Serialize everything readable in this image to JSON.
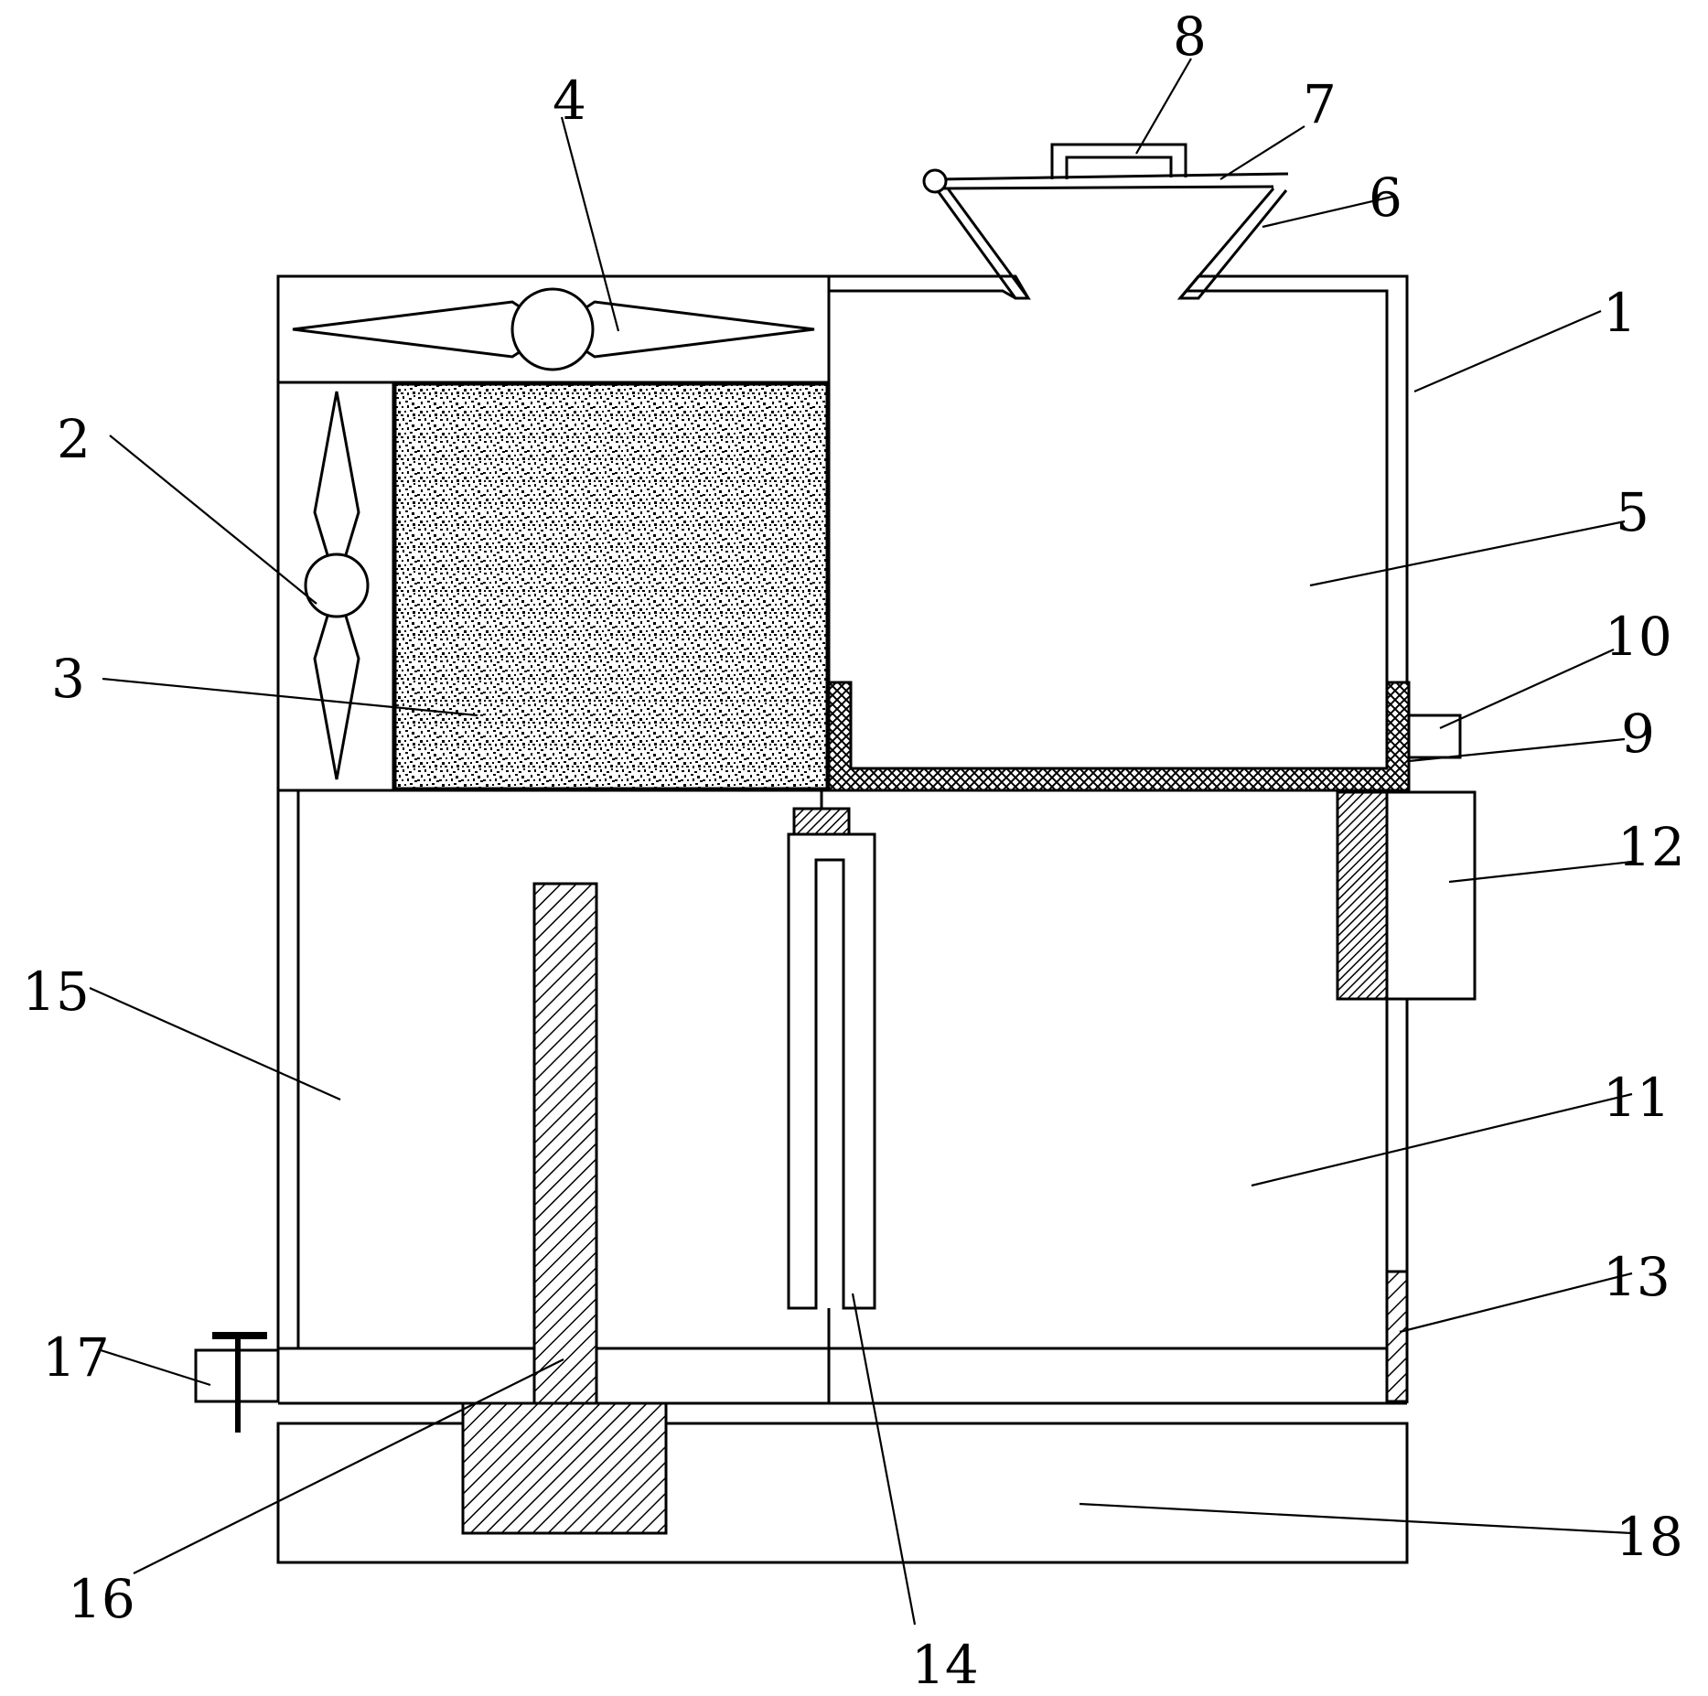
{
  "figure": {
    "labels": [
      {
        "id": "1",
        "text": "1"
      },
      {
        "id": "2",
        "text": "2"
      },
      {
        "id": "3",
        "text": "3"
      },
      {
        "id": "4",
        "text": "4"
      },
      {
        "id": "5",
        "text": "5"
      },
      {
        "id": "6",
        "text": "6"
      },
      {
        "id": "7",
        "text": "7"
      },
      {
        "id": "8",
        "text": "8"
      },
      {
        "id": "9",
        "text": "9"
      },
      {
        "id": "10",
        "text": "10"
      },
      {
        "id": "11",
        "text": "11"
      },
      {
        "id": "12",
        "text": "12"
      },
      {
        "id": "13",
        "text": "13"
      },
      {
        "id": "14",
        "text": "14"
      },
      {
        "id": "15",
        "text": "15"
      },
      {
        "id": "16",
        "text": "16"
      },
      {
        "id": "17",
        "text": "17"
      },
      {
        "id": "18",
        "text": "18"
      }
    ]
  }
}
